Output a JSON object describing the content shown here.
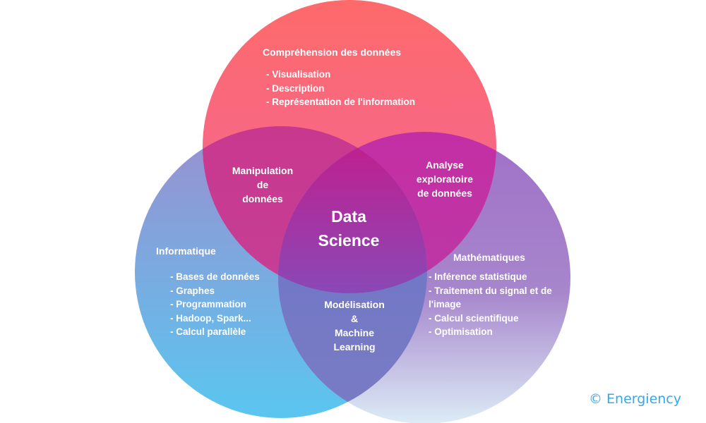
{
  "circles": {
    "top": {
      "title": "Compréhension des données",
      "items": [
        "- Visualisation",
        "- Description",
        "- Représentation de l'information"
      ],
      "color_top": "#fe6a6a",
      "color_bottom": "#f0669e"
    },
    "left": {
      "title": "Informatique",
      "items": [
        "- Bases de données",
        "- Graphes",
        "- Programmation",
        "- Hadoop, Spark...",
        "- Calcul parallèle"
      ],
      "color_top": "#9a8fd0",
      "color_bottom": "#5ac6f0"
    },
    "right": {
      "title": "Mathématiques",
      "items": [
        "- Inférence statistique",
        "- Traitement du signal et de l'image",
        "- Calcul scientifique",
        "- Optimisation"
      ],
      "color_top": "#a070c8",
      "color_bottom": "#dcecf6"
    }
  },
  "intersections": {
    "top_left": [
      "Manipulation",
      "de",
      "données"
    ],
    "top_right": [
      "Analyse",
      "exploratoire",
      "de données"
    ],
    "left_right": [
      "Modélisation",
      "&",
      "Machine",
      "Learning"
    ]
  },
  "center": [
    "Data",
    "Science"
  ],
  "credit": "© Energiency"
}
